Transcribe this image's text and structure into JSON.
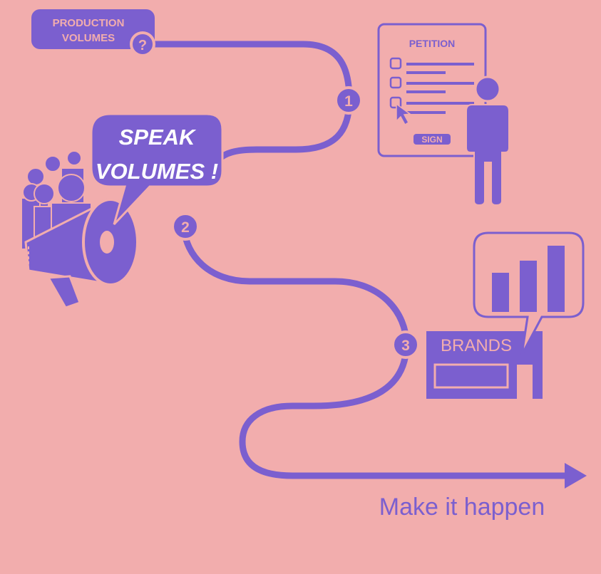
{
  "colors": {
    "background": "#F2ADAD",
    "accent": "#7B5FCF",
    "label_text": "#F2ADAD",
    "white": "#FFFFFF"
  },
  "top_label": {
    "line1": "PRODUCTION",
    "line2": "VOLUMES",
    "badge": "?"
  },
  "speech_bubble": {
    "line1": "SPEAK",
    "line2": "VOLUMES !"
  },
  "petition": {
    "title": "PETITION",
    "button": "SIGN"
  },
  "steps": [
    "1",
    "2",
    "3"
  ],
  "brands": {
    "label": "BRANDS",
    "chart_levels": [
      0.55,
      0.72,
      0.93
    ]
  },
  "footer": {
    "text": "Make it happen"
  },
  "icons": [
    "question-icon",
    "megaphone-icon",
    "crowd-icon",
    "person-icon",
    "cursor-icon",
    "checkbox-icon",
    "store-icon",
    "bar-chart-icon",
    "arrow-icon"
  ]
}
